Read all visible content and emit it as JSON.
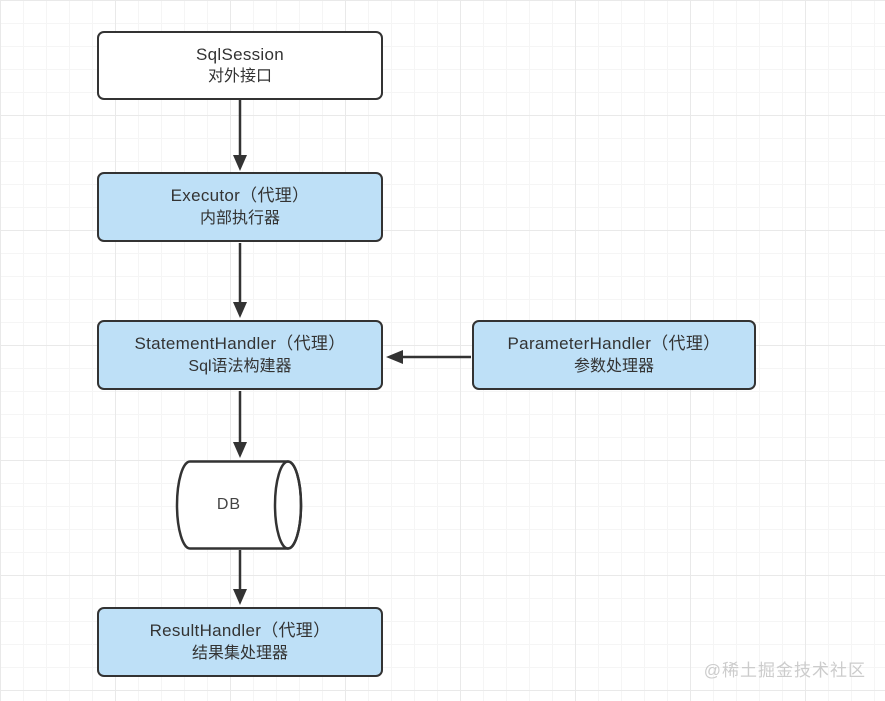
{
  "diagram": {
    "type": "flowchart",
    "topic": "MyBatis core components flow",
    "nodes": {
      "sqlsession": {
        "title": "SqlSession",
        "subtitle": "对外接口",
        "fill": "#FFFFFF"
      },
      "executor": {
        "title": "Executor（代理）",
        "subtitle": "内部执行器",
        "fill": "#BEE0F7"
      },
      "statement_handler": {
        "title": "StatementHandler（代理）",
        "subtitle": "Sql语法构建器",
        "fill": "#BEE0F7"
      },
      "parameter_handler": {
        "title": "ParameterHandler（代理）",
        "subtitle": "参数处理器",
        "fill": "#BEE0F7"
      },
      "db": {
        "label": "DB",
        "shape": "cylinder",
        "fill": "#FFFFFF"
      },
      "result_handler": {
        "title": "ResultHandler（代理）",
        "subtitle": "结果集处理器",
        "fill": "#BEE0F7"
      }
    },
    "edges": [
      {
        "from": "sqlsession",
        "to": "executor",
        "direction": "down"
      },
      {
        "from": "executor",
        "to": "statement_handler",
        "direction": "down"
      },
      {
        "from": "parameter_handler",
        "to": "statement_handler",
        "direction": "left"
      },
      {
        "from": "statement_handler",
        "to": "db",
        "direction": "down"
      },
      {
        "from": "db",
        "to": "result_handler",
        "direction": "down"
      }
    ],
    "colors": {
      "node_fill_blue": "#BEE0F7",
      "node_fill_white": "#FFFFFF",
      "node_border": "#333333",
      "arrow": "#333333",
      "text": "#333333",
      "grid_minor": "#F5F5F5",
      "grid_major": "#E9E9E9",
      "watermark": "#CCCCCC"
    },
    "watermark": "@稀土掘金技术社区"
  }
}
